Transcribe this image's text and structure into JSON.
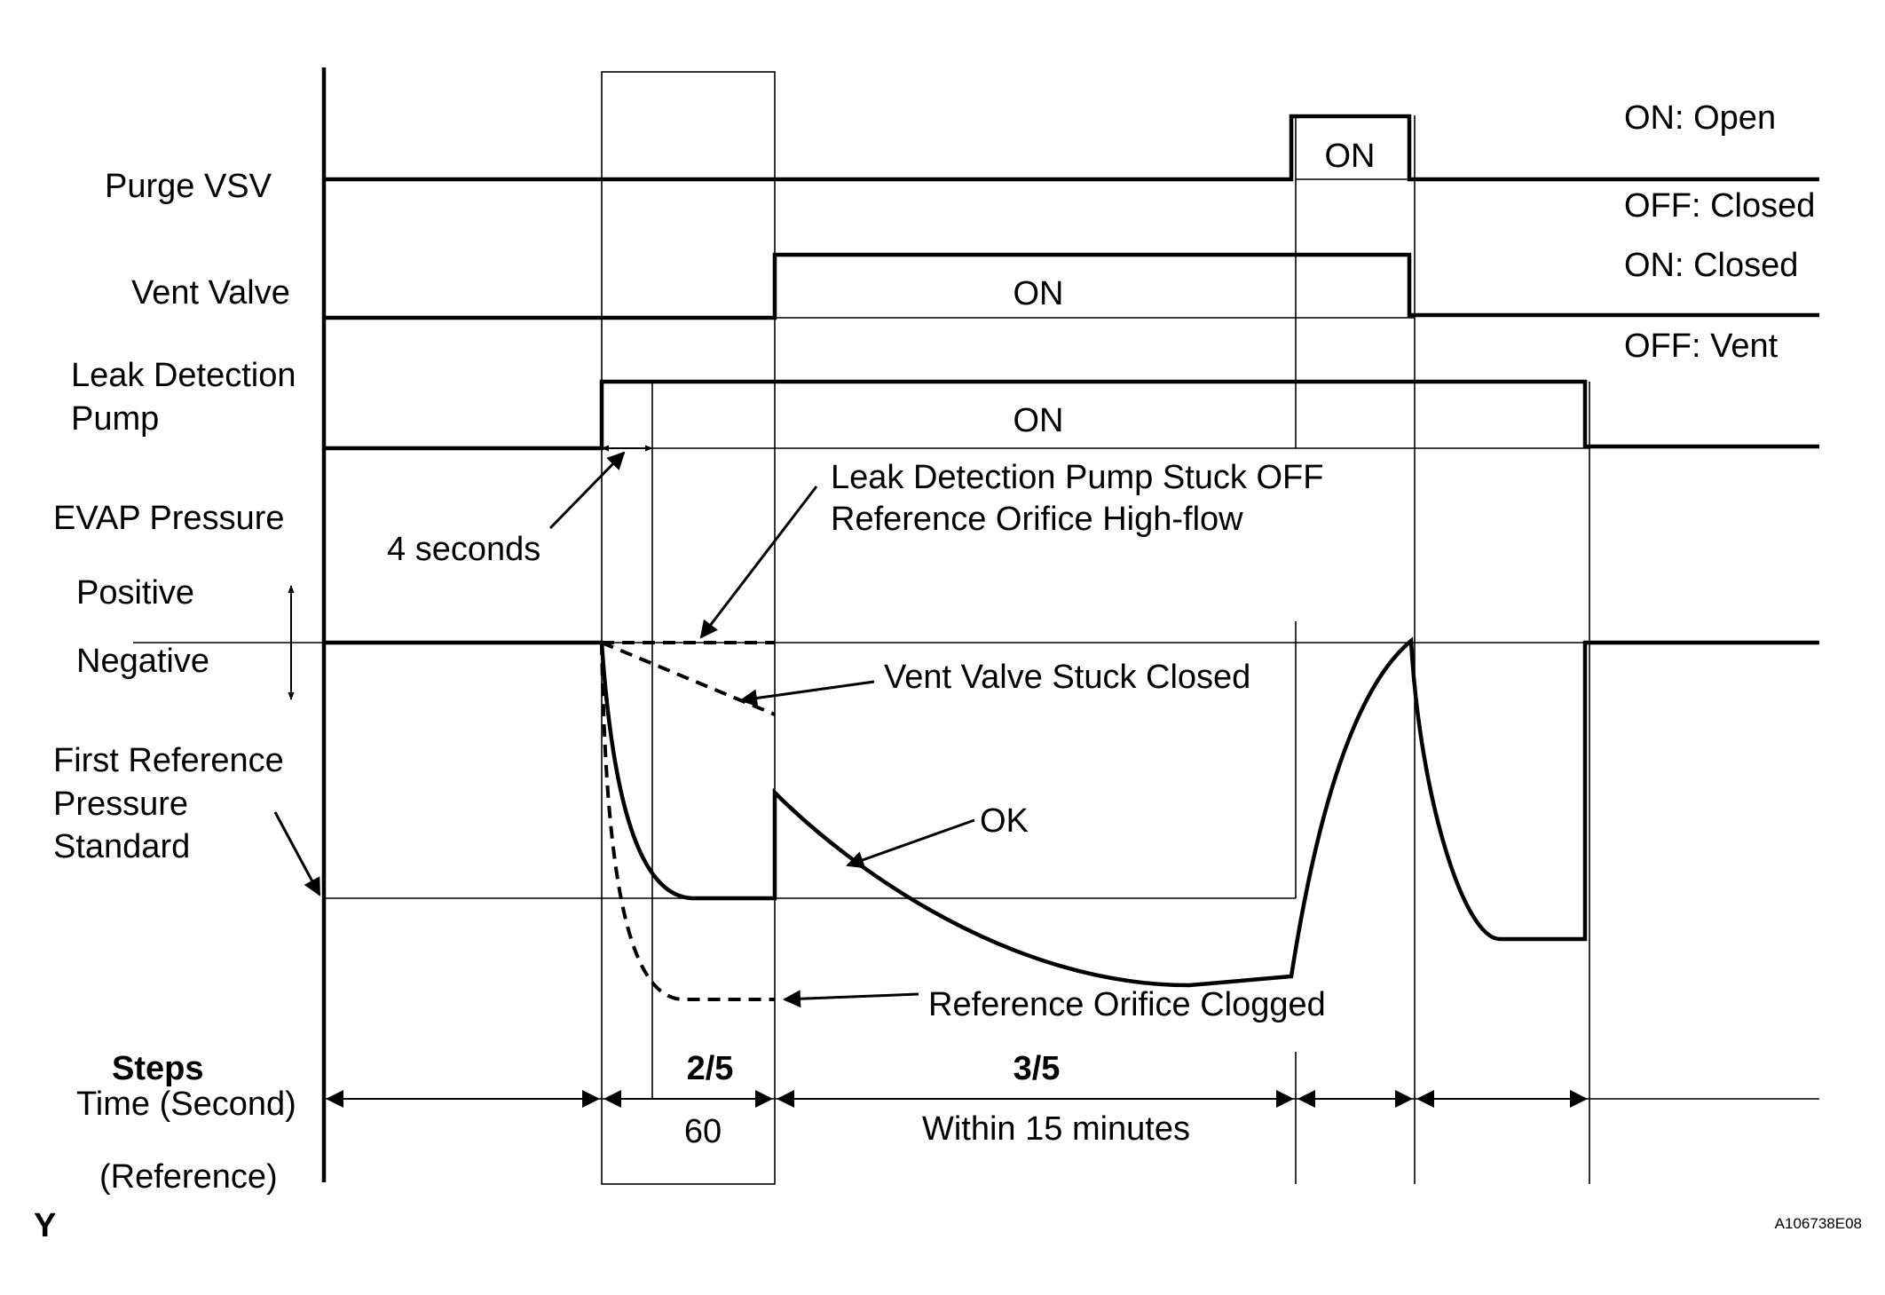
{
  "signals": {
    "purge_vsv": "Purge VSV",
    "vent_valve": "Vent Valve",
    "leak_pump_line1": "Leak Detection",
    "leak_pump_line2": "Pump",
    "evap_pressure": "EVAP Pressure",
    "positive": "Positive",
    "negative": "Negative",
    "first_ref_line1": "First Reference",
    "first_ref_line2": "Pressure",
    "first_ref_line3": "Standard",
    "steps": "Steps",
    "time_second": "Time (Second)",
    "reference": "(Reference)"
  },
  "states": {
    "purge_on_label": "ON",
    "vent_on_label": "ON",
    "pump_on_label": "ON",
    "purge_on_desc": "ON: Open",
    "purge_off_desc": "OFF: Closed",
    "vent_on_desc": "ON: Closed",
    "vent_off_desc": "OFF: Vent"
  },
  "annotations": {
    "four_seconds": "4 seconds",
    "pump_stuck_line1": "Leak Detection Pump Stuck OFF",
    "pump_stuck_line2": "Reference Orifice High-flow",
    "vent_stuck": "Vent Valve Stuck Closed",
    "ok": "OK",
    "orifice_clogged": "Reference Orifice Clogged"
  },
  "steps": {
    "step_2": "2/5",
    "step_3": "3/5",
    "time_60": "60",
    "time_15min": "Within 15 minutes"
  },
  "footer": {
    "corner_letter": "Y",
    "figure_id": "A106738E08"
  }
}
